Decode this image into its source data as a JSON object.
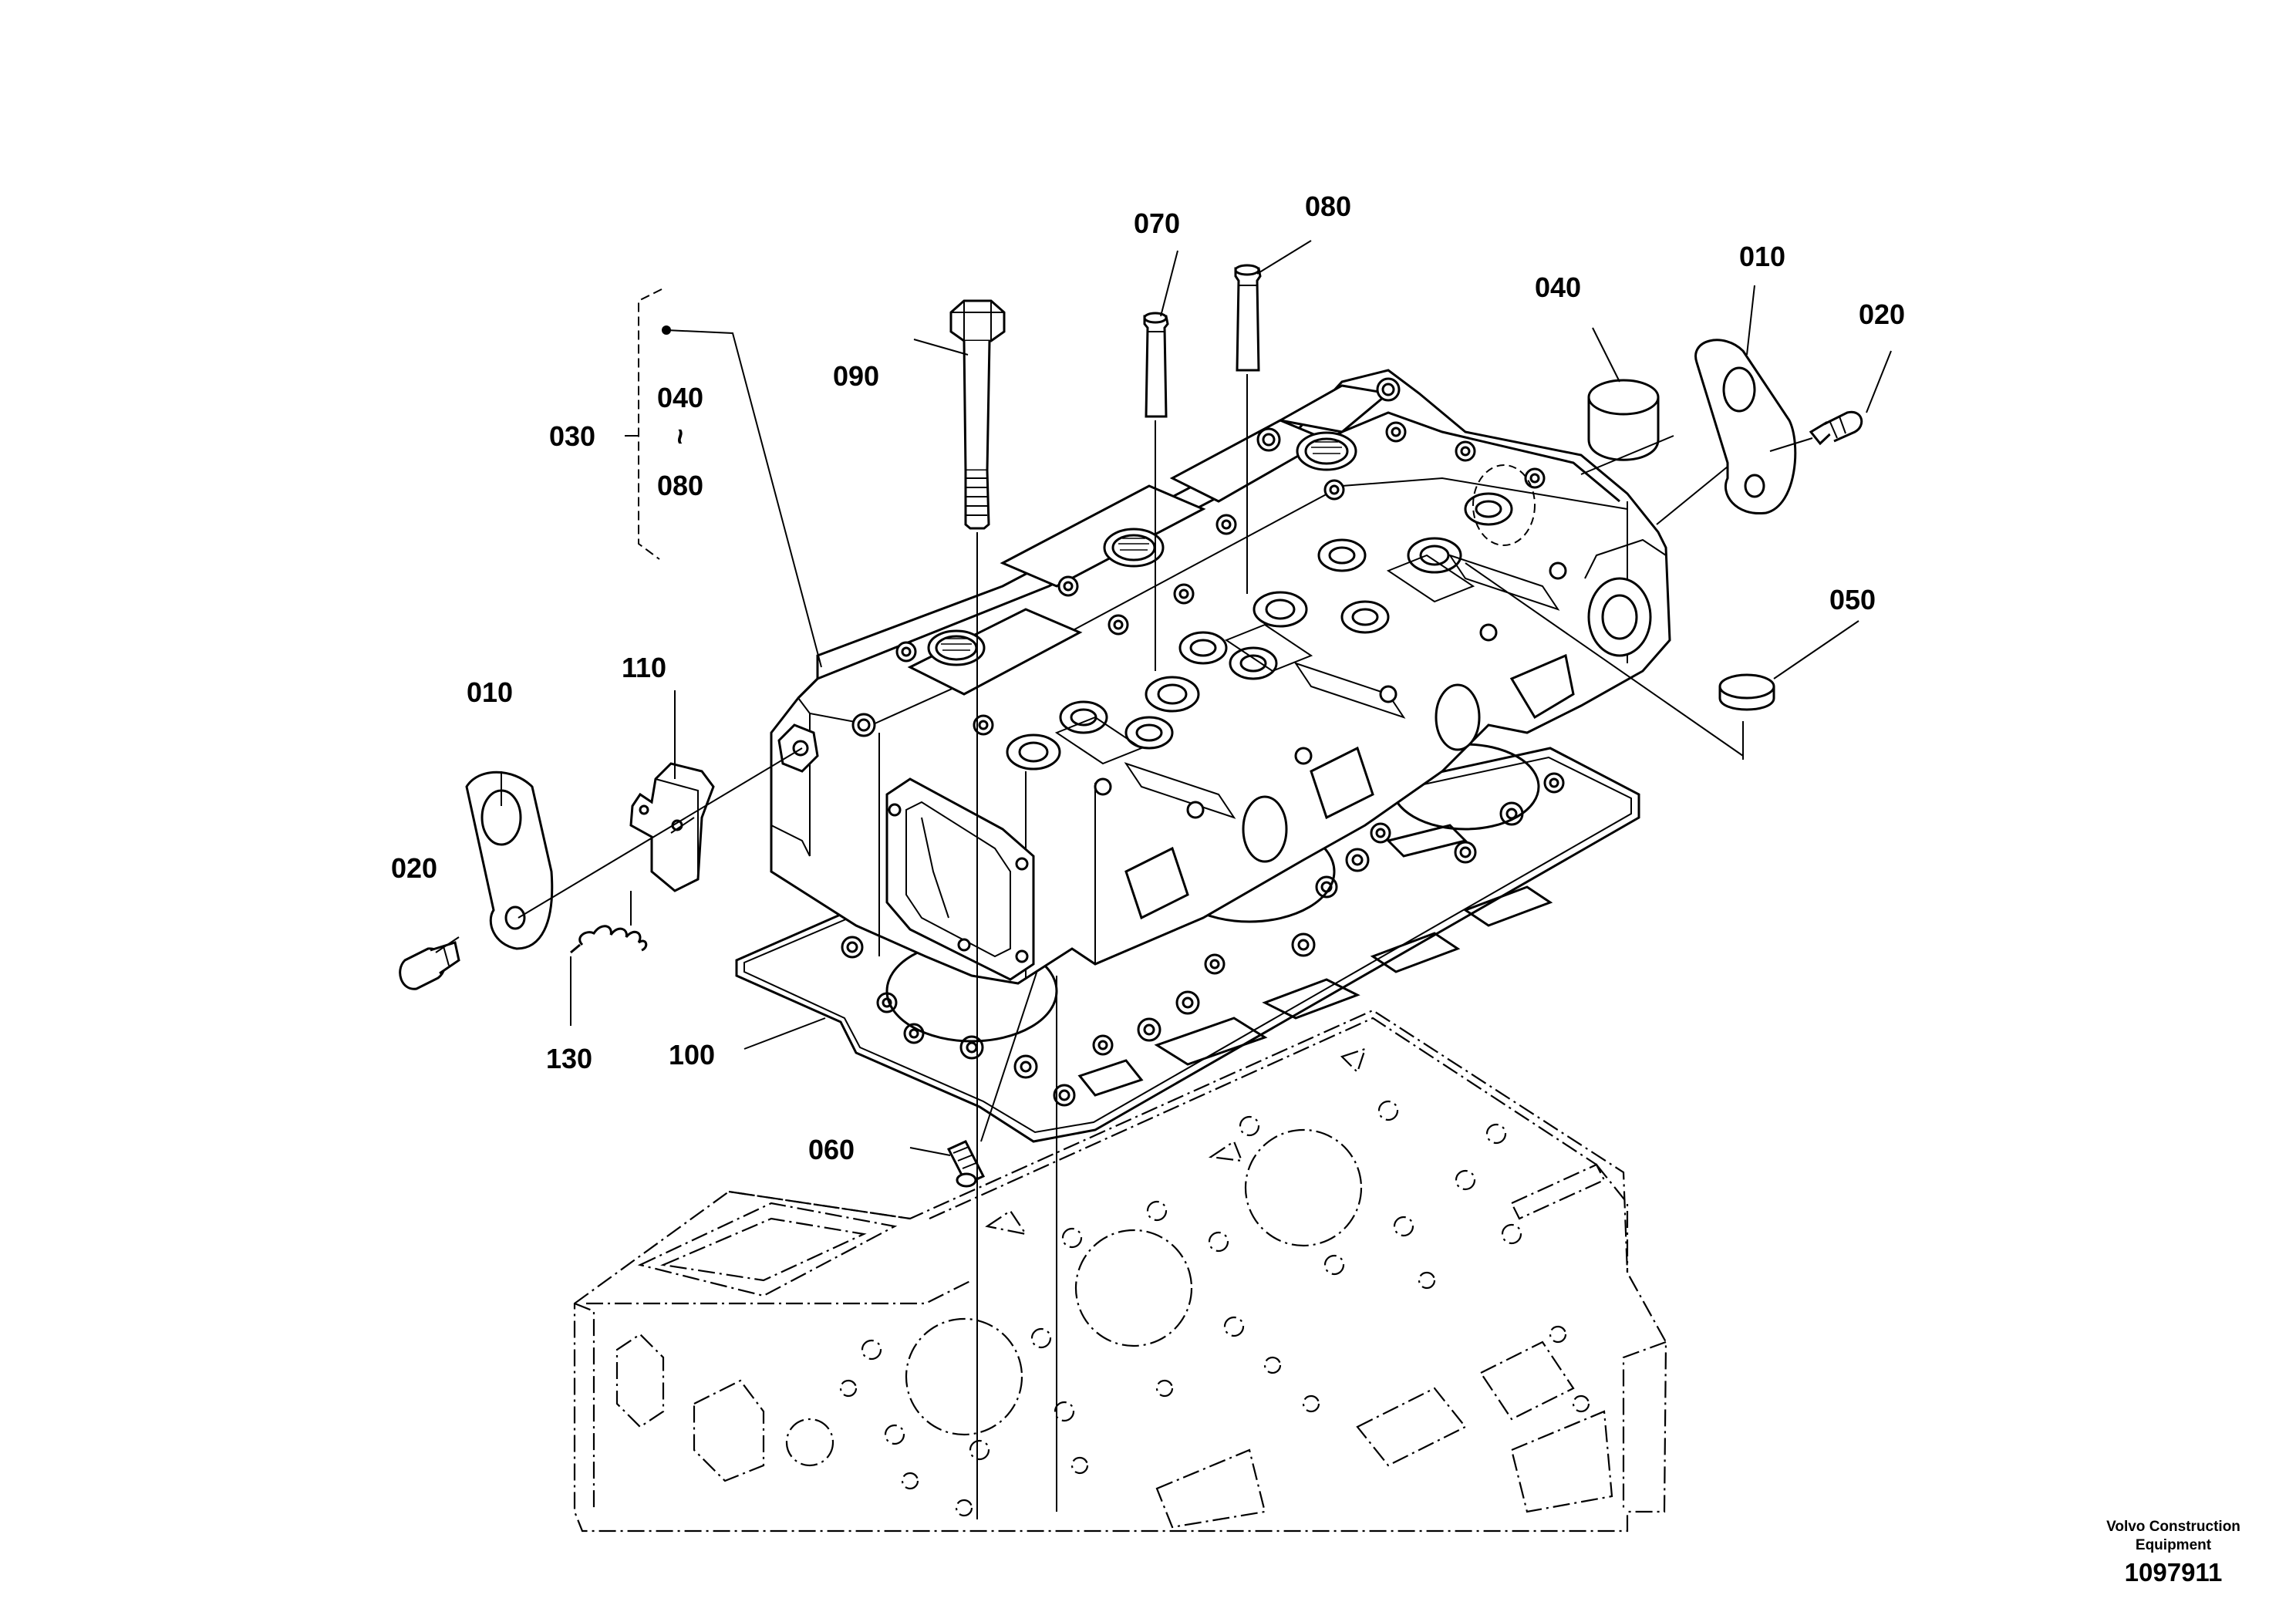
{
  "callouts": {
    "c010_left": "010",
    "c010_right": "010",
    "c020_left": "020",
    "c020_right": "020",
    "c030": "030",
    "c030_range_start": "040",
    "c030_range_sep": "~",
    "c030_range_end": "080",
    "c040": "040",
    "c050": "050",
    "c060": "060",
    "c070": "070",
    "c080": "080",
    "c090": "090",
    "c100": "100",
    "c110": "110",
    "c130": "130"
  },
  "footer": {
    "brand_line1": "Volvo Construction",
    "brand_line2": "Equipment",
    "doc_number": "1097911"
  },
  "colors": {
    "ink": "#000000",
    "background": "#ffffff"
  }
}
